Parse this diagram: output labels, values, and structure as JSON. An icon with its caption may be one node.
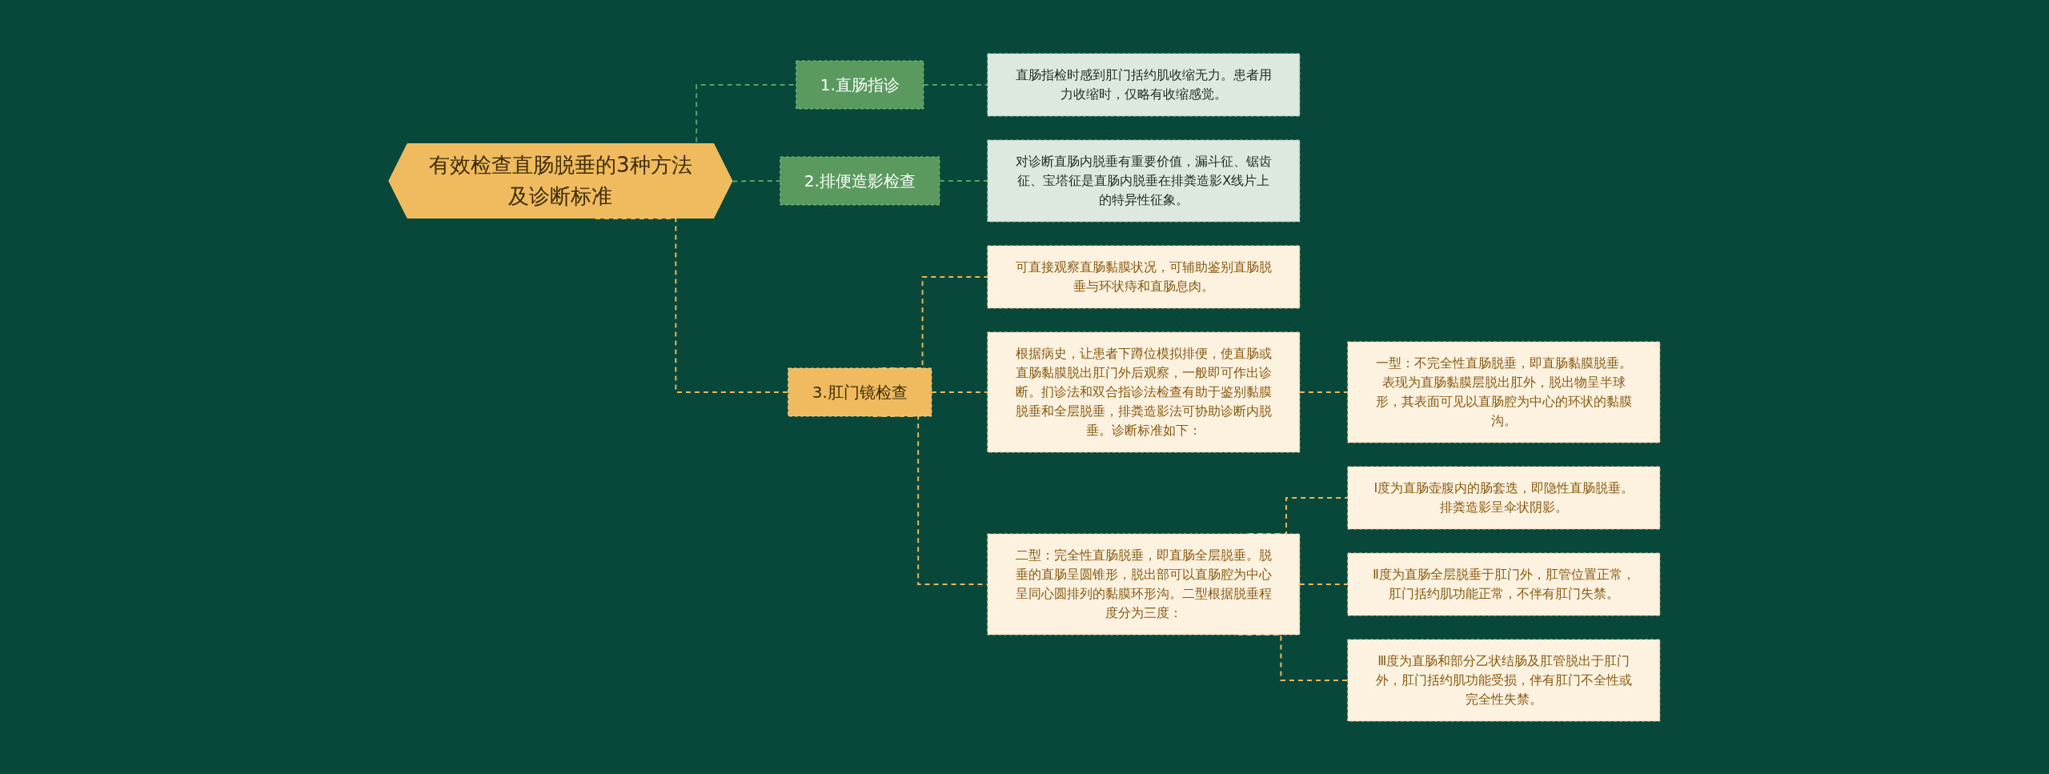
{
  "diagram": {
    "nodes": [
      {
        "text": [
          "有效检查直肠脱垂的3种方法及诊断标准"
        ]
      },
      {
        "text": [
          "1.直肠指诊"
        ]
      },
      {
        "text": [
          "直肠指检时感到肛门括约肌收缩无力。患者用力收缩时，仅略有收缩感觉。"
        ]
      },
      {
        "text": [
          "2.排便造影检查"
        ]
      },
      {
        "text": [
          "对诊断直肠内脱垂有重要价值，漏斗征、锯齿征、宝塔征是直肠内脱垂在排粪造影X线片上的特异性征象。"
        ]
      },
      {
        "text": [
          "3.肛门镜检查"
        ]
      },
      {
        "text": [
          "可直接观察直肠黏膜状况，可辅助鉴别直肠脱垂与环状痔和直肠息肉。"
        ]
      },
      {
        "text": [
          "根据病史，让患者下蹲位模拟排便，使直肠或直肠黏膜脱出肛门外后观察，一般即可作出诊断。扪诊法和双合指诊法检查有助于鉴别黏膜脱垂和全层脱垂，排粪造影法可协助诊断内脱垂。诊断标准如下："
        ]
      },
      {
        "text": [
          "一型：不完全性直肠脱垂，即直肠黏膜脱垂。表现为直肠黏膜层脱出肛外，脱出物呈半球形，其表面可见以直肠腔为中心的环状的黏膜沟。"
        ]
      },
      {
        "text": [
          "二型：完全性直肠脱垂，即直肠全层脱垂。脱垂的直肠呈圆锥形，脱出部可以直肠腔为中心呈同心圆排列的黏膜环形沟。二型根据脱垂程度分为三度："
        ]
      },
      {
        "text": [
          "Ⅰ度为直肠壶腹内的肠套迭，即隐性直肠脱垂。排粪造影呈伞状阴影。"
        ]
      },
      {
        "text": [
          "Ⅱ度为直肠全层脱垂于肛门外，肛管位置正常，肛门括约肌功能正常，不伴有肛门失禁。"
        ]
      },
      {
        "text": [
          "Ⅲ度为直肠和部分乙状结肠及肛管脱出于肛门外，肛门括约肌功能受损，伴有肛门不全性或完全性失禁。"
        ]
      }
    ],
    "edges": [
      {
        "from": 0,
        "to": 1,
        "arrow": "none",
        "style": "dashed",
        "color": "#5f9e64"
      },
      {
        "from": 1,
        "to": 2,
        "arrow": "none",
        "style": "dashed",
        "color": "#5f9e64"
      },
      {
        "from": 0,
        "to": 3,
        "arrow": "none",
        "style": "dashed",
        "color": "#5f9e64"
      },
      {
        "from": 3,
        "to": 4,
        "arrow": "none",
        "style": "dashed",
        "color": "#5f9e64"
      },
      {
        "from": 0,
        "to": 5,
        "arrow": "none",
        "style": "dashed"
      },
      {
        "from": 5,
        "to": 6,
        "arrow": "none",
        "style": "dashed"
      },
      {
        "from": 5,
        "to": 7,
        "arrow": "none",
        "style": "dashed"
      },
      {
        "from": 7,
        "to": 8,
        "arrow": "none",
        "style": "dashed"
      },
      {
        "from": 5,
        "to": 9,
        "arrow": "none",
        "style": "dashed"
      },
      {
        "from": 9,
        "to": 10,
        "arrow": "none",
        "style": "dashed"
      },
      {
        "from": 9,
        "to": 11,
        "arrow": "none",
        "style": "dashed"
      },
      {
        "from": 9,
        "to": 12,
        "arrow": "none",
        "style": "dashed"
      }
    ]
  }
}
